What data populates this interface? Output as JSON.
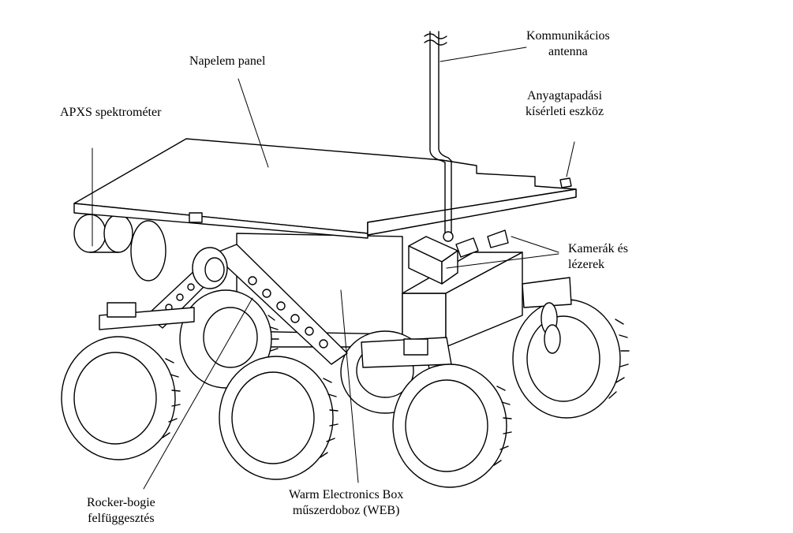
{
  "labels": {
    "antenna": [
      "Kommunikácios",
      "antenna"
    ],
    "solar_panel": [
      "Napelem panel"
    ],
    "apxs": [
      "APXS spektrométer"
    ],
    "adhesion": [
      "Anyagtapadási",
      "kísérleti eszköz"
    ],
    "cameras": [
      "Kamerák és",
      "lézerek"
    ],
    "rocker_bogie": [
      "Rocker-bogie",
      "felfüggesztés"
    ],
    "web": [
      "Warm Electronics Box",
      "műszerdoboz (WEB)"
    ]
  },
  "colors": {
    "line": "#000000",
    "background": "#ffffff",
    "panel_fill": "#ffffff"
  }
}
